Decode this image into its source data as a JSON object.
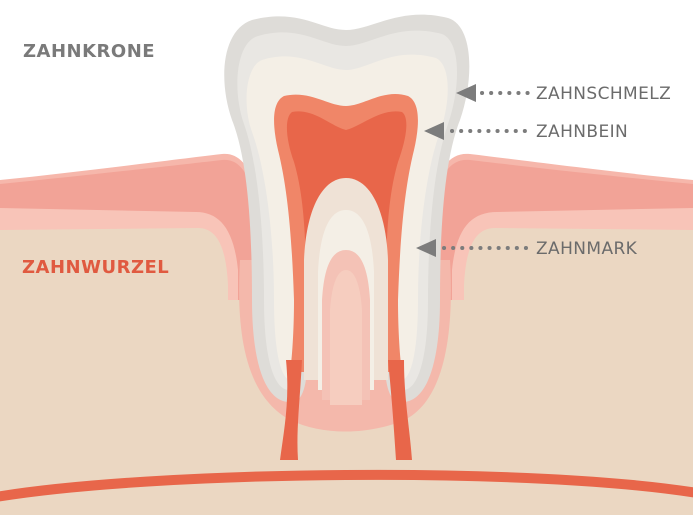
{
  "regions": {
    "crown": "ZAHNKRONE",
    "root": "ZAHNWURZEL"
  },
  "parts": {
    "enamel": "ZAHNSCHMELZ",
    "dentin": "ZAHNBEIN",
    "pulp": "ZAHNMARK"
  },
  "colors": {
    "gum": "#f2a397",
    "bone": "#ebd7c2",
    "enamel": "#dcdcd8",
    "dentin": "#f4efe6",
    "pulp": "#e8664a",
    "root_label": "#e05a40",
    "pointer": "#7c7c7c"
  }
}
